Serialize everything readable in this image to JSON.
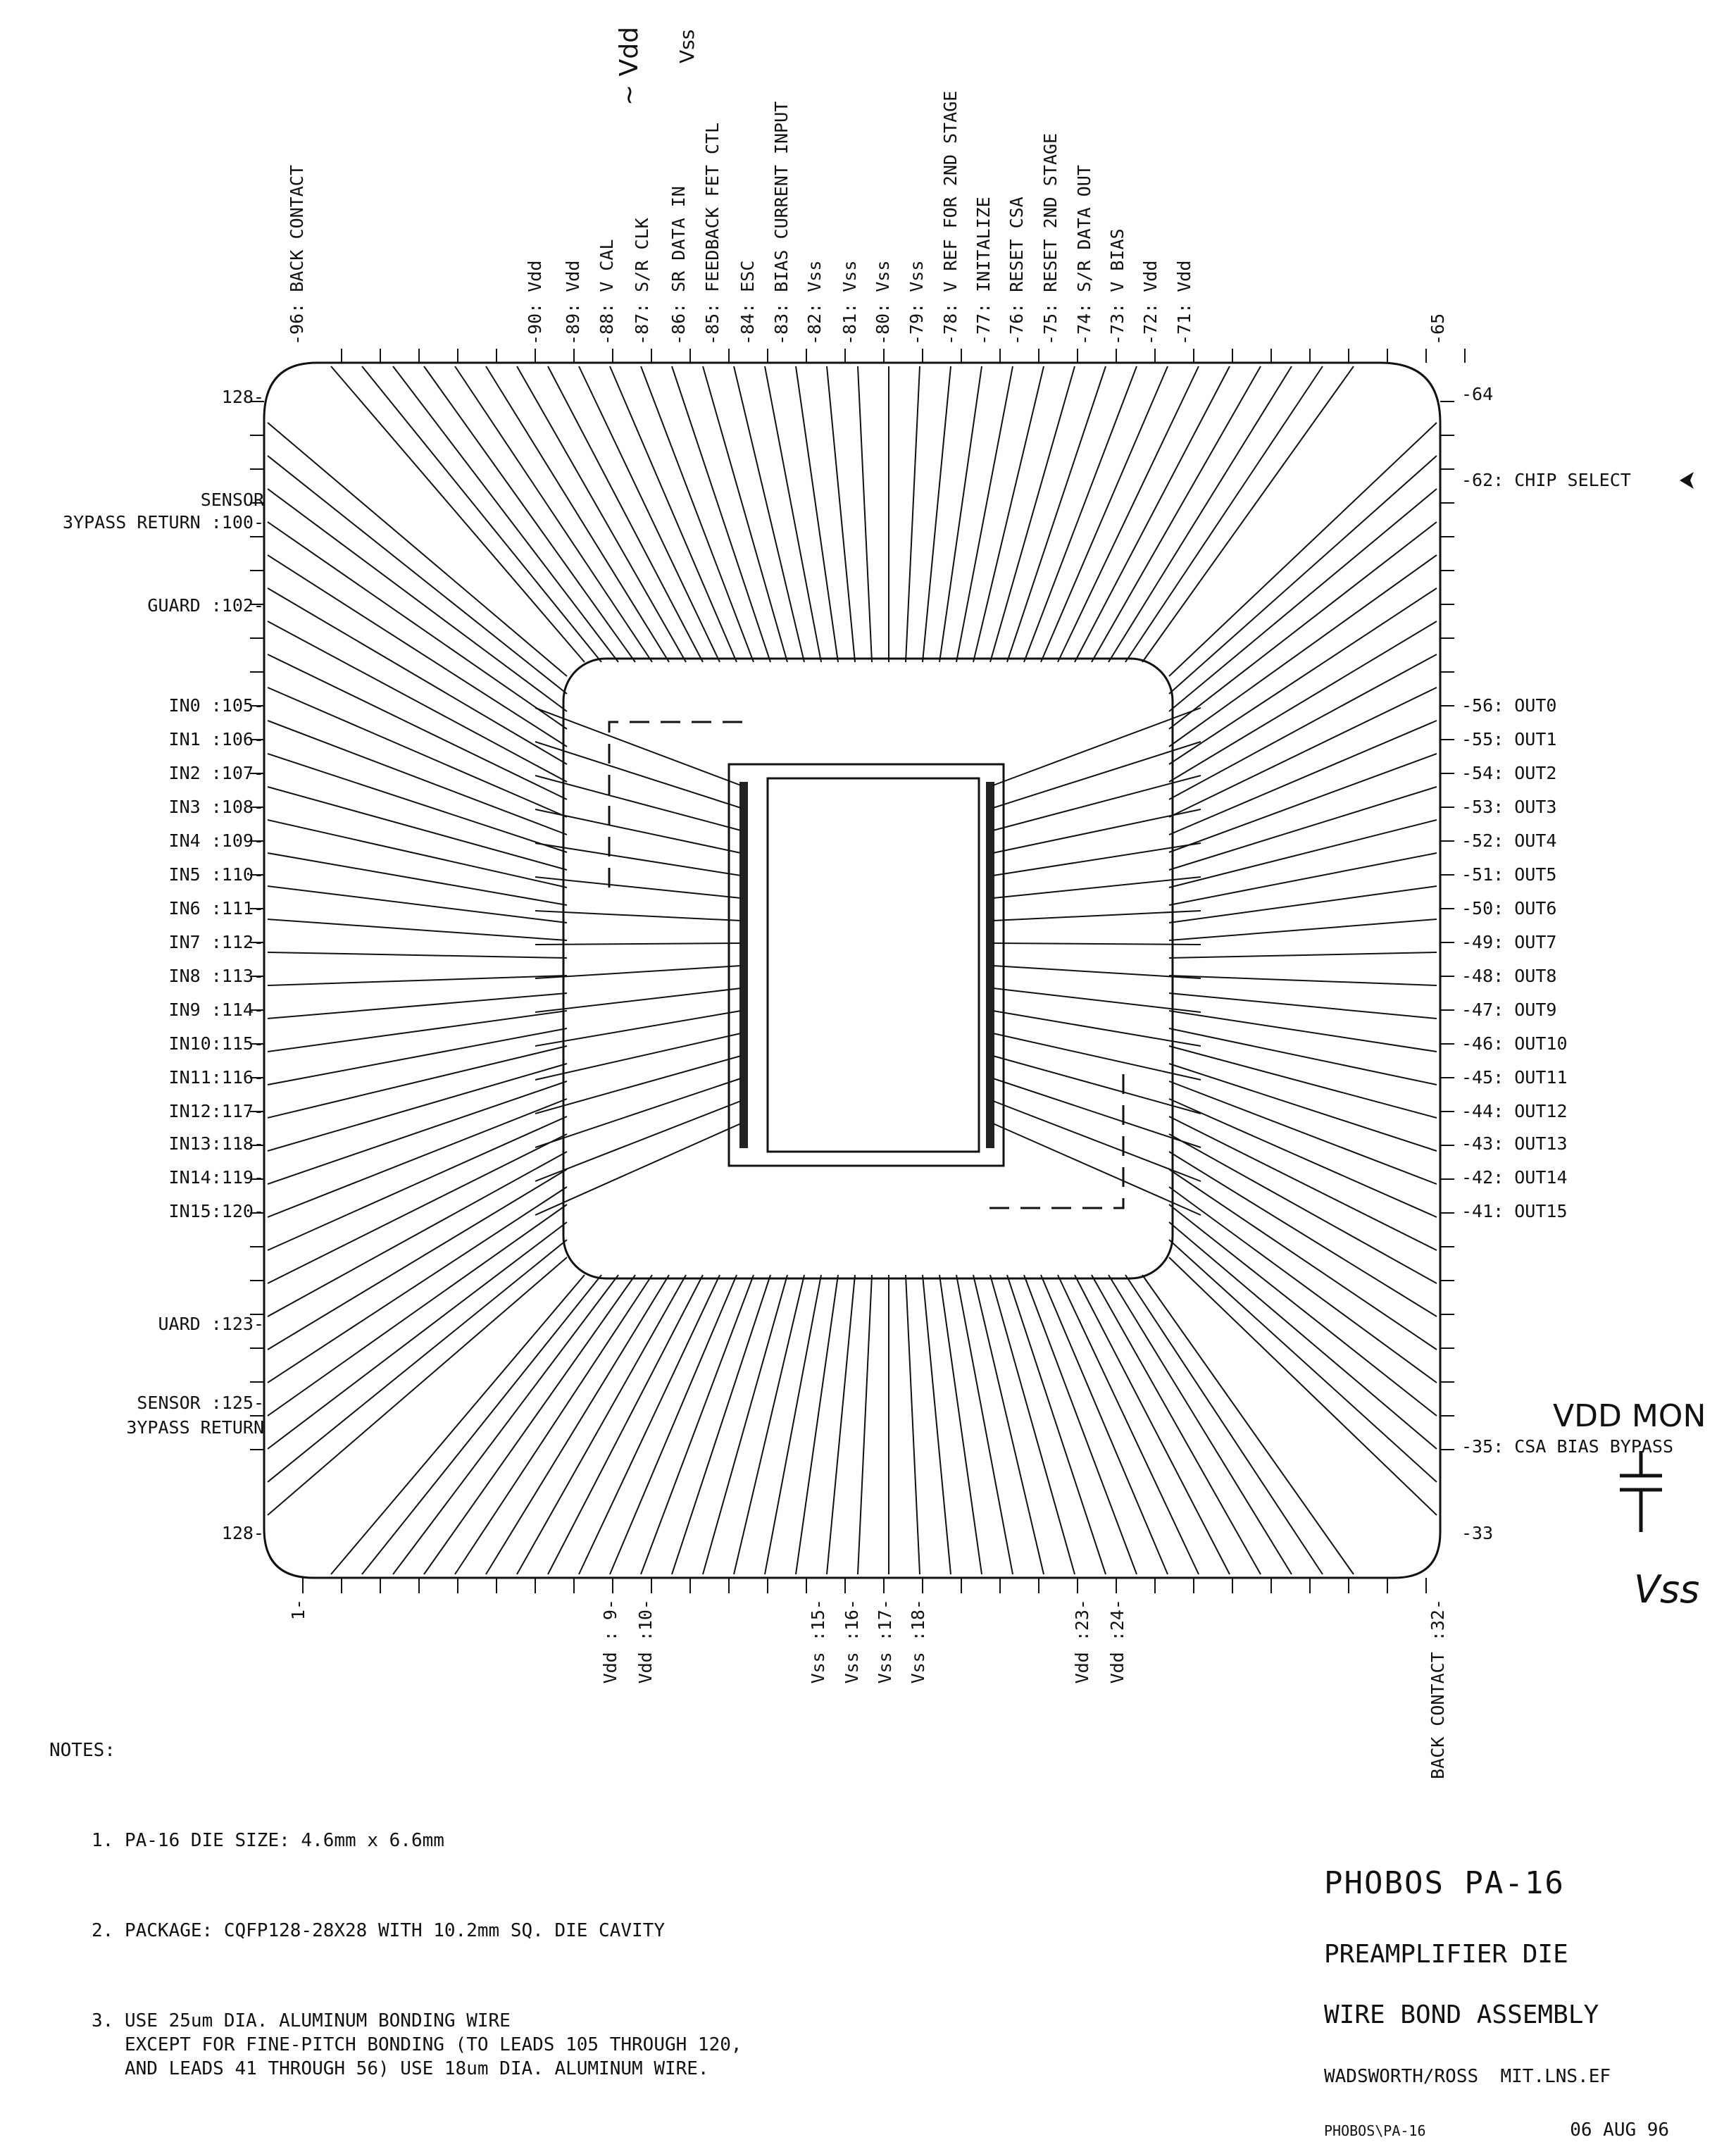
{
  "top_pins": [
    {
      "label": "-96: BACK CONTACT"
    },
    {
      "label": "-90: Vdd"
    },
    {
      "label": "-89: Vdd"
    },
    {
      "label": "-88: V CAL"
    },
    {
      "label": "-87: S/R CLK"
    },
    {
      "label": "-86: SR DATA IN"
    },
    {
      "label": "-85: FEEDBACK FET CTL"
    },
    {
      "label": "-84: ESC"
    },
    {
      "label": "-83: BIAS CURRENT INPUT"
    },
    {
      "label": "-82: Vss"
    },
    {
      "label": "-81: Vss"
    },
    {
      "label": "-80: Vss"
    },
    {
      "label": "-79: Vss"
    },
    {
      "label": "-78: V REF FOR 2ND STAGE"
    },
    {
      "label": "-77: INITALIZE"
    },
    {
      "label": "-76: RESET CSA"
    },
    {
      "label": "-75: RESET 2ND STAGE"
    },
    {
      "label": "-74: S/R DATA OUT"
    },
    {
      "label": "-73: V BIAS"
    },
    {
      "label": "-72: Vdd"
    },
    {
      "label": "-71: Vdd"
    },
    {
      "label": "-65"
    }
  ],
  "left_pins": [
    {
      "label": "128-"
    },
    {
      "label": "SENSOR"
    },
    {
      "label": "3YPASS RETURN :100-"
    },
    {
      "label": "GUARD :102-"
    },
    {
      "label": "IN0  :105-"
    },
    {
      "label": "IN1  :106-"
    },
    {
      "label": "IN2  :107-"
    },
    {
      "label": "IN3  :108-"
    },
    {
      "label": "IN4  :109-"
    },
    {
      "label": "IN5  :110-"
    },
    {
      "label": "IN6  :111-"
    },
    {
      "label": "IN7  :112-"
    },
    {
      "label": "IN8  :113-"
    },
    {
      "label": "IN9  :114-"
    },
    {
      "label": "IN10:115-"
    },
    {
      "label": "IN11:116-"
    },
    {
      "label": "IN12:117-"
    },
    {
      "label": "IN13:118-"
    },
    {
      "label": "IN14:119-"
    },
    {
      "label": "IN15:120-"
    },
    {
      "label": "UARD :123-"
    },
    {
      "label": "SENSOR :125-"
    },
    {
      "label": "3YPASS RETURN"
    },
    {
      "label": "128-"
    }
  ],
  "right_pins": [
    {
      "label": "-64"
    },
    {
      "label": "-62: CHIP SELECT"
    },
    {
      "label": "-56: OUT0"
    },
    {
      "label": "-55: OUT1"
    },
    {
      "label": "-54: OUT2"
    },
    {
      "label": "-53: OUT3"
    },
    {
      "label": "-52: OUT4"
    },
    {
      "label": "-51: OUT5"
    },
    {
      "label": "-50: OUT6"
    },
    {
      "label": "-49: OUT7"
    },
    {
      "label": "-48: OUT8"
    },
    {
      "label": "-47: OUT9"
    },
    {
      "label": "-46: OUT10"
    },
    {
      "label": "-45: OUT11"
    },
    {
      "label": "-44: OUT12"
    },
    {
      "label": "-43: OUT13"
    },
    {
      "label": "-42: OUT14"
    },
    {
      "label": "-41: OUT15"
    },
    {
      "label": "-35: CSA BIAS BYPASS"
    },
    {
      "label": "-33"
    }
  ],
  "bottom_pins": [
    {
      "label": "1-"
    },
    {
      "label": "Vdd : 9-"
    },
    {
      "label": "Vdd :10-"
    },
    {
      "label": "Vss :15-"
    },
    {
      "label": "Vss :16-"
    },
    {
      "label": "Vss :17-"
    },
    {
      "label": "Vss :18-"
    },
    {
      "label": "Vdd :23-"
    },
    {
      "label": "Vdd :24-"
    },
    {
      "label": "BACK CONTACT :32-"
    }
  ],
  "handwritten": {
    "vdd_mon": "VDD MON",
    "vss": "Vss",
    "top_vdd": "~ Vdd",
    "top_vss": "Vss"
  },
  "notes": {
    "heading": "NOTES:",
    "items": [
      "1. PA-16 DIE SIZE: 4.6mm x 6.6mm",
      "2. PACKAGE: CQFP128-28X28 WITH 10.2mm SQ. DIE CAVITY",
      "3. USE 25um DIA. ALUMINUM BONDING WIRE\n   EXCEPT FOR FINE-PITCH BONDING (TO LEADS 105 THROUGH 120,\n   AND LEADS 41 THROUGH 56) USE 18um DIA. ALUMINUM WIRE."
    ]
  },
  "title_block": {
    "title": "PHOBOS PA-16",
    "subtitle_1": "PREAMPLIFIER DIE",
    "subtitle_2": "WIRE BOND ASSEMBLY",
    "authors": "WADSWORTH/ROSS",
    "org": "MIT.LNS.EF",
    "file": "PHOBOS\\PA-16",
    "date": "06 AUG 96"
  }
}
